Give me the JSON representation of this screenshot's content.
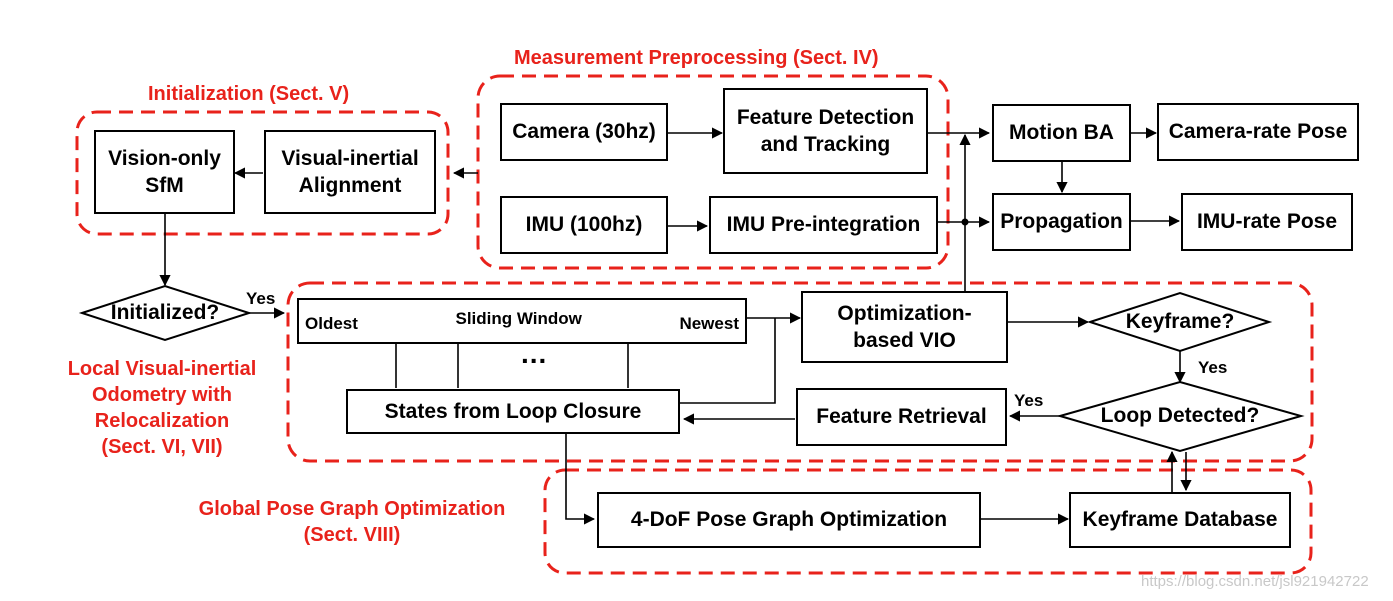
{
  "groups": {
    "measurement": "Measurement Preprocessing (Sect. IV)",
    "initialization": "Initialization (Sect. V)",
    "local_vio": "Local Visual-inertial\nOdometry with\nRelocalization\n(Sect. VI, VII)",
    "global_pgo": "Global Pose Graph Optimization\n(Sect. VIII)"
  },
  "nodes": {
    "camera": "Camera (30hz)",
    "feature_detection": "Feature Detection\nand Tracking",
    "imu": "IMU (100hz)",
    "imu_preintegration": "IMU Pre-integration",
    "motion_ba": "Motion BA",
    "camera_rate_pose": "Camera-rate Pose",
    "propagation": "Propagation",
    "imu_rate_pose": "IMU-rate Pose",
    "vision_only_sfm": "Vision-only\nSfM",
    "visual_inertial_alignment": "Visual-inertial\nAlignment",
    "initialized": "Initialized?",
    "optimization_vio": "Optimization-\nbased VIO",
    "keyframe": "Keyframe?",
    "loop_detected": "Loop Detected?",
    "feature_retrieval": "Feature Retrieval",
    "states_loop_closure": "States from Loop Closure",
    "pose_graph_opt": "4-DoF Pose Graph Optimization",
    "keyframe_database": "Keyframe Database"
  },
  "sliding_window": {
    "oldest": "Oldest",
    "title": "Sliding Window",
    "newest": "Newest",
    "ellipsis": "..."
  },
  "edge_labels": {
    "yes_initialized": "Yes",
    "yes_keyframe": "Yes",
    "yes_loop": "Yes"
  },
  "watermark": "https://blog.csdn.net/jsl921942722",
  "colors": {
    "group_border": "#e8221b",
    "group_text": "#e8221b",
    "line": "#000000"
  }
}
